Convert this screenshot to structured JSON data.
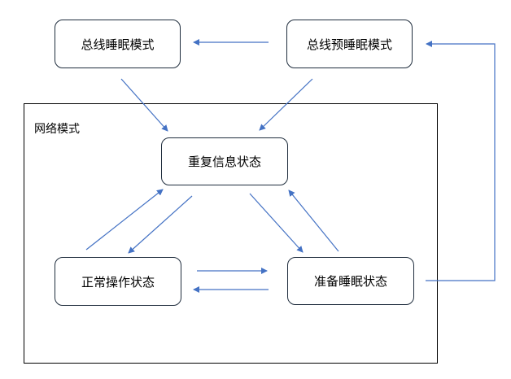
{
  "colors": {
    "arrow": "#4472c4",
    "box_border": "#1f2d3d",
    "frame_border": "#000000",
    "text": "#000000"
  },
  "network": {
    "label": "网络模式"
  },
  "states": {
    "bus_sleep": "总线睡眠模式",
    "bus_presleep": "总线预睡眠模式",
    "repeat_message": "重复信息状态",
    "normal_operation": "正常操作状态",
    "ready_sleep": "准备睡眠状态"
  },
  "transitions": [
    {
      "from": "bus_presleep",
      "to": "bus_sleep"
    },
    {
      "from": "bus_sleep",
      "to": "repeat_message"
    },
    {
      "from": "bus_presleep",
      "to": "repeat_message"
    },
    {
      "from": "normal_operation",
      "to": "repeat_message"
    },
    {
      "from": "repeat_message",
      "to": "normal_operation"
    },
    {
      "from": "repeat_message",
      "to": "ready_sleep"
    },
    {
      "from": "ready_sleep",
      "to": "repeat_message"
    },
    {
      "from": "normal_operation",
      "to": "ready_sleep"
    },
    {
      "from": "ready_sleep",
      "to": "normal_operation"
    },
    {
      "from": "ready_sleep",
      "to": "bus_presleep"
    }
  ]
}
